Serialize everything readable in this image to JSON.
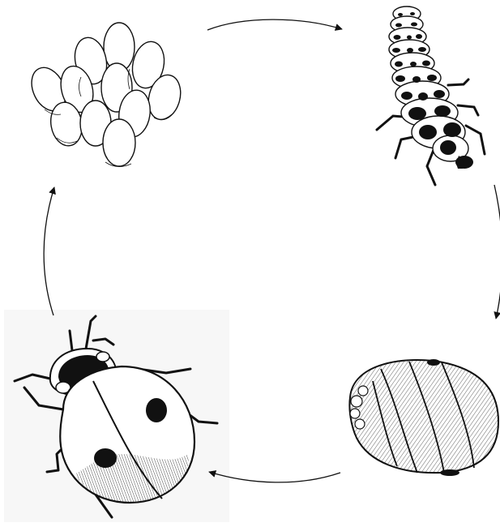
{
  "diagram": {
    "type": "life-cycle",
    "direction": "clockwise",
    "stages": [
      {
        "id": "eggs",
        "icon": "egg-cluster-icon",
        "label": ""
      },
      {
        "id": "larva",
        "icon": "larva-icon",
        "label": ""
      },
      {
        "id": "pupa",
        "icon": "pupa-icon",
        "label": ""
      },
      {
        "id": "adult",
        "icon": "ladybug-icon",
        "label": ""
      }
    ],
    "arrows": [
      {
        "from": "eggs",
        "to": "larva"
      },
      {
        "from": "larva",
        "to": "pupa"
      },
      {
        "from": "pupa",
        "to": "adult"
      },
      {
        "from": "adult",
        "to": "eggs"
      }
    ],
    "colors": {
      "ink": "#111111",
      "paper": "#ffffff",
      "adult_panel": "#f7f7f7"
    }
  }
}
